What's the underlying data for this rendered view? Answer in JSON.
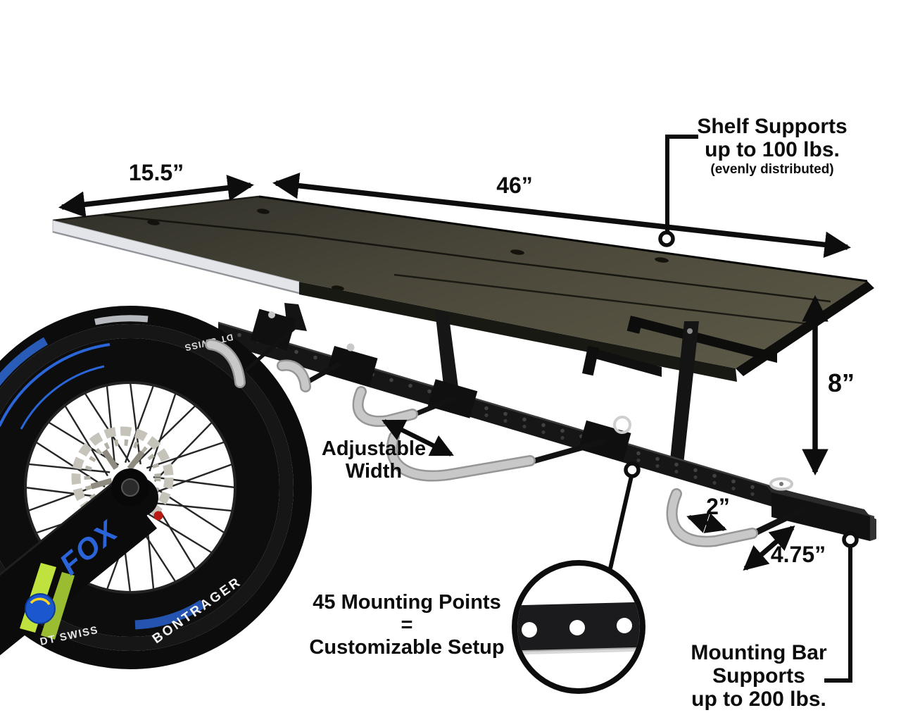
{
  "image": {
    "kind": "annotated product photo",
    "subject": "wall mounted bike shelf with adjustable hooks and mounting bar"
  },
  "dimensions": {
    "shelf_depth": "15.5”",
    "shelf_length": "46”",
    "shelf_to_bar_height": "8”",
    "hook_opening": "2”",
    "hook_length": "4.75”"
  },
  "callouts": {
    "shelf_capacity": {
      "line1": "Shelf Supports",
      "line2": "up to 100 lbs.",
      "line3": "(evenly distributed)"
    },
    "adjustable_width": {
      "line1": "Adjustable",
      "line2": "Width"
    },
    "mounting_points": {
      "line1": "45 Mounting Points",
      "line2": "=",
      "line3": "Customizable Setup"
    },
    "bar_capacity": {
      "line1": "Mounting Bar",
      "line2": "Supports",
      "line3": "up to 200 lbs."
    }
  },
  "branding": {
    "rim": "DT SWISS",
    "rim_secondary": "DT SWISS",
    "tire": "BONTRAGER",
    "fork": "FOX"
  },
  "colors": {
    "background": "#ffffff",
    "annotation": "#0d0d0d",
    "shelf_top": "#4c493c",
    "steel_black": "#151515",
    "hook_gray": "#c6c6c6",
    "fork_blue": "#2b63d9",
    "decal_blue": "#2a66d8",
    "accent_green": "#bfe23e",
    "rotor_silver": "#c6c3ba"
  }
}
